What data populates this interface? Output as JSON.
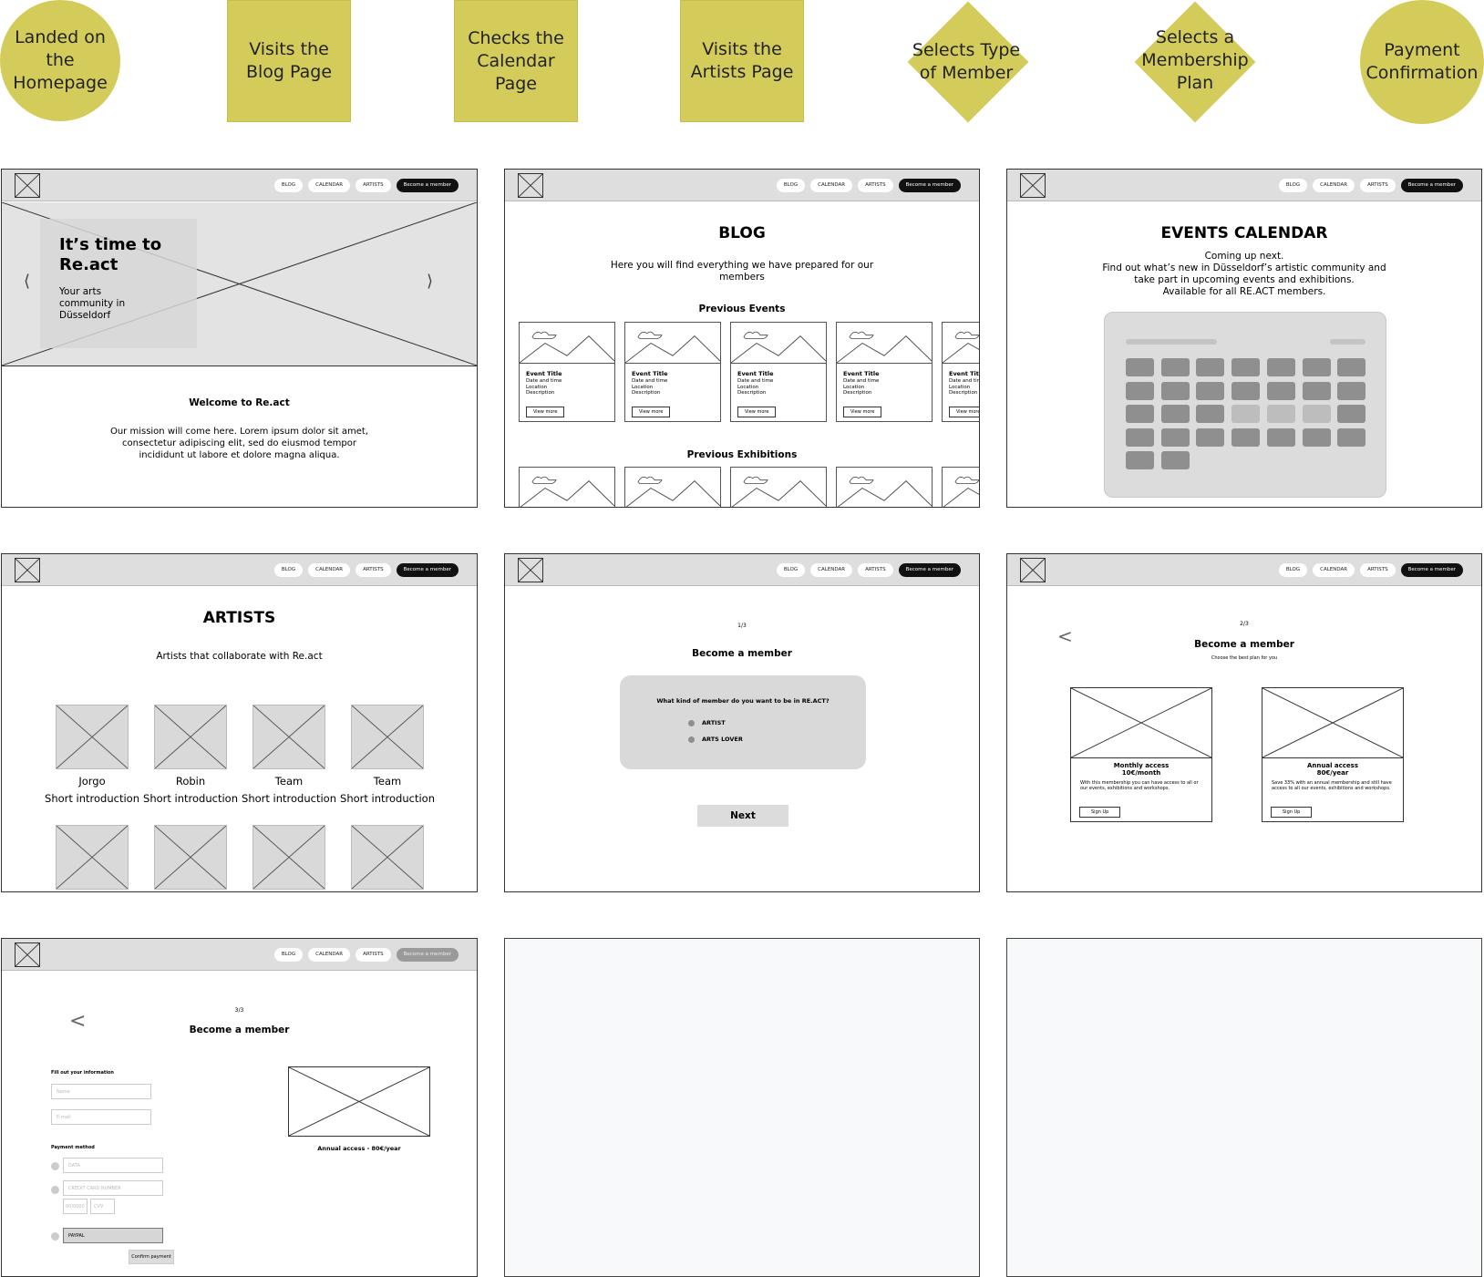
{
  "flow": {
    "step1": "Landed on\nthe\nHomepage",
    "step2": "Visits the\nBlog Page",
    "step3": "Checks the\nCalendar\nPage",
    "step4": "Visits the\nArtists Page",
    "step5": "Selects Type\nof Member",
    "step6": "Selects a\nMembership\nPlan",
    "step7": "Payment\nConfirmation"
  },
  "colors": {
    "step_fill": "#d4cc5a"
  },
  "nav": {
    "blog": "BLOG",
    "calendar": "CALENDAR",
    "artists": "ARTISTS",
    "member": "Become a member"
  },
  "home": {
    "hero_title": "It’s time to\nRe.act",
    "hero_sub": "Your arts\ncommunity in\nDüsseldorf",
    "prev": "⟨",
    "next": "⟩",
    "welcome": "Welcome to Re.act",
    "mission": "Our mission will come here. Lorem ipsum dolor sit amet,\nconsectetur adipiscing elit, sed do eiusmod tempor\nincididunt ut labore et dolore magna aliqua."
  },
  "blog": {
    "title": "BLOG",
    "intro": "Here you will find everything we have prepared for our\nmembers",
    "prev_events": "Previous Events",
    "prev_exhibitions": "Previous Exhibitions",
    "card_title": "Event Title",
    "card_details": "Date and time\nLocation\nDescription",
    "card_button": "View more"
  },
  "calendar": {
    "title": "EVENTS CALENDAR",
    "text": "Coming up next.\nFind out what’s new in Düsseldorf’s artistic community and\ntake part in upcoming events and exhibitions.\nAvailable for all RE.ACT members."
  },
  "artists": {
    "title": "ARTISTS",
    "intro": "Artists that collaborate with Re.act",
    "people": [
      {
        "name": "Jorgo",
        "intro": "Short introduction"
      },
      {
        "name": "Robin",
        "intro": "Short introduction"
      },
      {
        "name": "Team",
        "intro": "Short introduction"
      },
      {
        "name": "Team",
        "intro": "Short introduction"
      }
    ]
  },
  "step_type": {
    "counter": "1/3",
    "title": "Become a member",
    "question": "What kind of member do you want to be in RE.ACT?",
    "options": [
      "ARTIST",
      "ARTS LOVER"
    ],
    "next": "Next"
  },
  "step_plan": {
    "counter": "2/3",
    "title": "Become a member",
    "subtitle": "Choose the best plan for you",
    "back": "<",
    "plans": [
      {
        "name": "Monthly access\n10€/month",
        "desc": "With this membership you can have access to all or our events, exhibitions and workshops.",
        "button": "Sign Up"
      },
      {
        "name": "Annual access\n80€/year",
        "desc": "Save 33% with an annual membership and still have access to all our events, exhibitions and workshops.",
        "button": "Sign Up"
      }
    ]
  },
  "step_pay": {
    "counter": "3/3",
    "title": "Become a member",
    "back": "<",
    "fill_info": "Fill out your information",
    "name_ph": "Name",
    "email_ph": "E-mail",
    "payment_method": "Payment method",
    "card_name_ph": "DATA",
    "card_number_ph": "CREDIT CARD NUMBER",
    "expiry_ph": "00/0000",
    "cvv_ph": "CVV",
    "paypal": "PAYPAL",
    "confirm": "Confirm payment",
    "summary": "Annual access - 80€/year"
  }
}
